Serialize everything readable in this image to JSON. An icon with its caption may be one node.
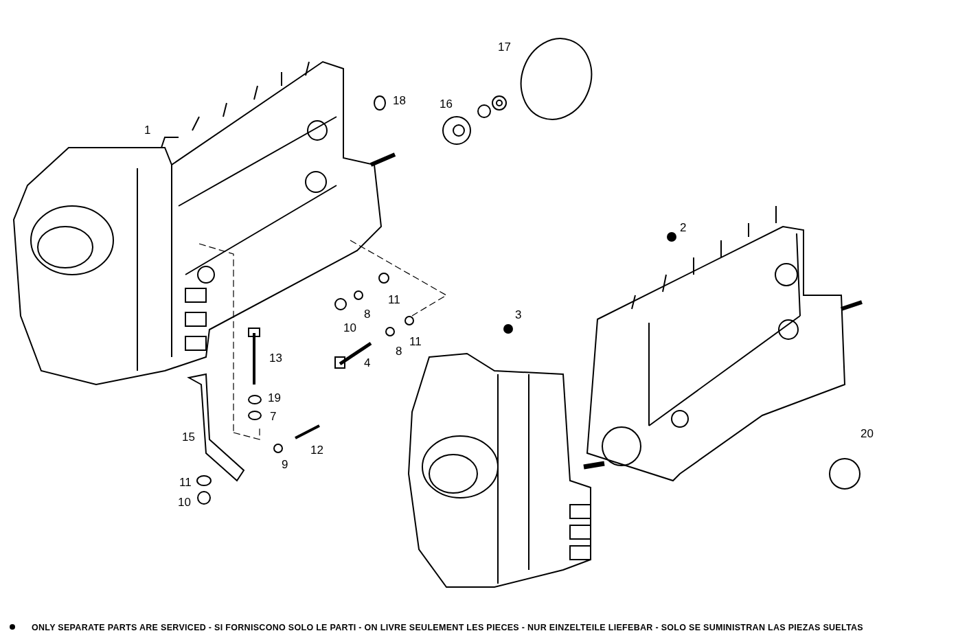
{
  "diagram": {
    "caption": "ONLY SEPARATE PARTS ARE SERVICED - SI FORNISCONO SOLO LE PARTI - ON LIVRE SEULEMENT LES PIECES - NUR EINZELTEILE LIEFEBAR - SOLO SE SUMINISTRAN LAS PIEZAS SUELTAS",
    "labels": [
      "17",
      "18",
      "16",
      "1",
      "2",
      "11",
      "10",
      "8",
      "3",
      "8",
      "11",
      "4",
      "13",
      "19",
      "7",
      "15",
      "12",
      "9",
      "20",
      "11",
      "10"
    ]
  }
}
